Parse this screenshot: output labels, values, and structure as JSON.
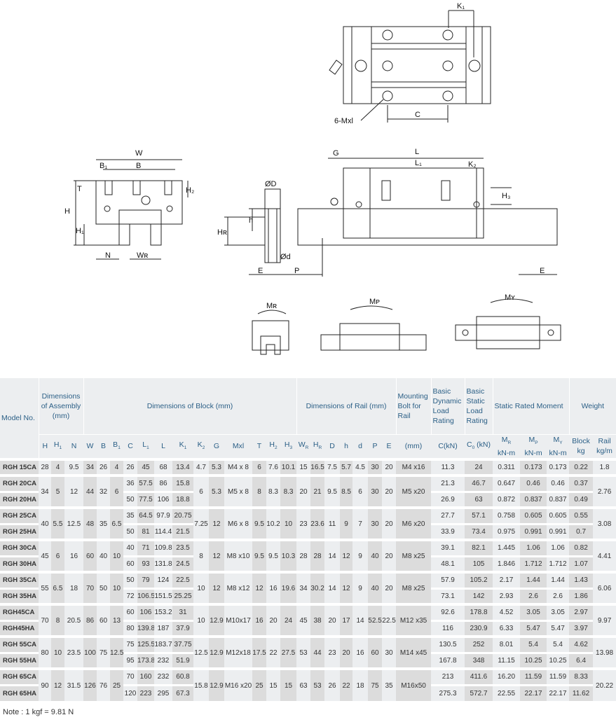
{
  "drawing_labels": {
    "K1": "K₁",
    "mxl": "6-Mxl",
    "C": "C",
    "W": "W",
    "B1": "B₁",
    "B": "B",
    "T": "T",
    "H2": "H₂",
    "H": "H",
    "H1": "H₁",
    "N": "N",
    "WR": "Wʀ",
    "OD": "ØD",
    "h": "h",
    "HR": "Hʀ",
    "Od": "Ød",
    "E": "E",
    "P": "P",
    "G": "G",
    "L": "L",
    "L1": "L₁",
    "K2": "K₂",
    "H3": "H₃",
    "E2": "E",
    "MR": "Mʀ",
    "MP": "Mᴘ",
    "MY": "Mʏ"
  },
  "table": {
    "headers": {
      "model": "Model No.",
      "assembly": "Dimensions of Assembly (mm)",
      "block": "Dimensions of Block (mm)",
      "rail": "Dimensions of Rail (mm)",
      "bolt": "Mounting Bolt for Rail",
      "dynamic": "Basic Dynamic Load Rating",
      "static": "Basic Static Load Rating",
      "moment": "Static Rated Moment",
      "weight": "Weight"
    },
    "columns": [
      {
        "m": "H",
        "s": ""
      },
      {
        "m": "H",
        "s": "1"
      },
      {
        "m": "N",
        "s": ""
      },
      {
        "m": "W",
        "s": ""
      },
      {
        "m": "B",
        "s": ""
      },
      {
        "m": "B",
        "s": "1"
      },
      {
        "m": "C",
        "s": ""
      },
      {
        "m": "L",
        "s": "1"
      },
      {
        "m": "L",
        "s": ""
      },
      {
        "m": "K",
        "s": "1"
      },
      {
        "m": "K",
        "s": "2"
      },
      {
        "m": "G",
        "s": ""
      },
      {
        "m": "Mxl",
        "s": ""
      },
      {
        "m": "T",
        "s": ""
      },
      {
        "m": "H",
        "s": "2"
      },
      {
        "m": "H",
        "s": "3"
      },
      {
        "m": "W",
        "s": "R"
      },
      {
        "m": "H",
        "s": "R"
      },
      {
        "m": "D",
        "s": ""
      },
      {
        "m": "h",
        "s": ""
      },
      {
        "m": "d",
        "s": ""
      },
      {
        "m": "P",
        "s": ""
      },
      {
        "m": "E",
        "s": ""
      },
      {
        "m": "(mm)",
        "s": ""
      },
      {
        "m": "C(kN)",
        "s": ""
      },
      {
        "m": "C",
        "s": "0",
        "t": " (kN)"
      },
      {
        "m": "M",
        "s": "R",
        "u": "kN-m"
      },
      {
        "m": "M",
        "s": "P",
        "u": "kN-m"
      },
      {
        "m": "M",
        "s": "Y",
        "u": "kN-m"
      },
      {
        "m": "Block",
        "s": "",
        "u": "kg"
      },
      {
        "m": "Rail",
        "s": "",
        "u": "kg/m"
      }
    ],
    "series": [
      {
        "shared": {
          "H": "28",
          "H1": "4",
          "N": "9.5",
          "W": "34",
          "B": "26",
          "B1": "4",
          "K2": "4.7",
          "G": "5.3",
          "Mxl": "M4 x 8",
          "T": "6",
          "H2": "7.6",
          "H3": "10.1",
          "WR": "15",
          "HR": "16.5",
          "D": "7.5",
          "h": "5.7",
          "d": "4.5",
          "P": "30",
          "E": "20",
          "bolt": "M4 x16",
          "rail": "1.8"
        },
        "rows": [
          {
            "model": "RGH 15CA",
            "C": "26",
            "L1": "45",
            "L": "68",
            "K1": "13.4",
            "Cd": "11.3",
            "C0": "24",
            "MR": "0.311",
            "MP": "0.173",
            "MY": "0.173",
            "block": "0.22"
          }
        ]
      },
      {
        "shared": {
          "H": "34",
          "H1": "5",
          "N": "12",
          "W": "44",
          "B": "32",
          "B1": "6",
          "K2": "6",
          "G": "5.3",
          "Mxl": "M5 x 8",
          "T": "8",
          "H2": "8.3",
          "H3": "8.3",
          "WR": "20",
          "HR": "21",
          "D": "9.5",
          "h": "8.5",
          "d": "6",
          "P": "30",
          "E": "20",
          "bolt": "M5 x20",
          "rail": "2.76"
        },
        "rows": [
          {
            "model": "RGH 20CA",
            "C": "36",
            "L1": "57.5",
            "L": "86",
            "K1": "15.8",
            "Cd": "21.3",
            "C0": "46.7",
            "MR": "0.647",
            "MP": "0.46",
            "MY": "0.46",
            "block": "0.37"
          },
          {
            "model": "RGH 20HA",
            "C": "50",
            "L1": "77.5",
            "L": "106",
            "K1": "18.8",
            "Cd": "26.9",
            "C0": "63",
            "MR": "0.872",
            "MP": "0.837",
            "MY": "0.837",
            "block": "0.49"
          }
        ]
      },
      {
        "shared": {
          "H": "40",
          "H1": "5.5",
          "N": "12.5",
          "W": "48",
          "B": "35",
          "B1": "6.5",
          "K2": "7.25",
          "G": "12",
          "Mxl": "M6 x 8",
          "T": "9.5",
          "H2": "10.2",
          "H3": "10",
          "WR": "23",
          "HR": "23.6",
          "D": "11",
          "h": "9",
          "d": "7",
          "P": "30",
          "E": "20",
          "bolt": "M6 x20",
          "rail": "3.08"
        },
        "rows": [
          {
            "model": "RGH 25CA",
            "C": "35",
            "L1": "64.5",
            "L": "97.9",
            "K1": "20.75",
            "Cd": "27.7",
            "C0": "57.1",
            "MR": "0.758",
            "MP": "0.605",
            "MY": "0.605",
            "block": "0.55"
          },
          {
            "model": "RGH 25HA",
            "C": "50",
            "L1": "81",
            "L": "114.4",
            "K1": "21.5",
            "Cd": "33.9",
            "C0": "73.4",
            "MR": "0.975",
            "MP": "0.991",
            "MY": "0.991",
            "block": "0.7"
          }
        ]
      },
      {
        "shared": {
          "H": "45",
          "H1": "6",
          "N": "16",
          "W": "60",
          "B": "40",
          "B1": "10",
          "K2": "8",
          "G": "12",
          "Mxl": "M8 x10",
          "T": "9.5",
          "H2": "9.5",
          "H3": "10.3",
          "WR": "28",
          "HR": "28",
          "D": "14",
          "h": "12",
          "d": "9",
          "P": "40",
          "E": "20",
          "bolt": "M8 x25",
          "rail": "4.41"
        },
        "rows": [
          {
            "model": "RGH 30CA",
            "C": "40",
            "L1": "71",
            "L": "109.8",
            "K1": "23.5",
            "Cd": "39.1",
            "C0": "82.1",
            "MR": "1.445",
            "MP": "1.06",
            "MY": "1.06",
            "block": "0.82"
          },
          {
            "model": "RGH 30HA",
            "C": "60",
            "L1": "93",
            "L": "131.8",
            "K1": "24.5",
            "Cd": "48.1",
            "C0": "105",
            "MR": "1.846",
            "MP": "1.712",
            "MY": "1.712",
            "block": "1.07"
          }
        ]
      },
      {
        "shared": {
          "H": "55",
          "H1": "6.5",
          "N": "18",
          "W": "70",
          "B": "50",
          "B1": "10",
          "K2": "10",
          "G": "12",
          "Mxl": "M8 x12",
          "T": "12",
          "H2": "16",
          "H3": "19.6",
          "WR": "34",
          "HR": "30.2",
          "D": "14",
          "h": "12",
          "d": "9",
          "P": "40",
          "E": "20",
          "bolt": "M8 x25",
          "rail": "6.06"
        },
        "rows": [
          {
            "model": "RGH 35CA",
            "C": "50",
            "L1": "79",
            "L": "124",
            "K1": "22.5",
            "Cd": "57.9",
            "C0": "105.2",
            "MR": "2.17",
            "MP": "1.44",
            "MY": "1.44",
            "block": "1.43"
          },
          {
            "model": "RGH 35HA",
            "C": "72",
            "L1": "106.5",
            "L": "151.5",
            "K1": "25.25",
            "Cd": "73.1",
            "C0": "142",
            "MR": "2.93",
            "MP": "2.6",
            "MY": "2.6",
            "block": "1.86"
          }
        ]
      },
      {
        "shared": {
          "H": "70",
          "H1": "8",
          "N": "20.5",
          "W": "86",
          "B": "60",
          "B1": "13",
          "K2": "10",
          "G": "12.9",
          "Mxl": "M10x17",
          "T": "16",
          "H2": "20",
          "H3": "24",
          "WR": "45",
          "HR": "38",
          "D": "20",
          "h": "17",
          "d": "14",
          "P": "52.5",
          "E": "22.5",
          "bolt": "M12 x35",
          "rail": "9.97"
        },
        "rows": [
          {
            "model": "RGH45CA",
            "C": "60",
            "L1": "106",
            "L": "153.2",
            "K1": "31",
            "Cd": "92.6",
            "C0": "178.8",
            "MR": "4.52",
            "MP": "3.05",
            "MY": "3.05",
            "block": "2.97"
          },
          {
            "model": "RGH45HA",
            "C": "80",
            "L1": "139.8",
            "L": "187",
            "K1": "37.9",
            "Cd": "116",
            "C0": "230.9",
            "MR": "6.33",
            "MP": "5.47",
            "MY": "5.47",
            "block": "3.97"
          }
        ]
      },
      {
        "shared": {
          "H": "80",
          "H1": "10",
          "N": "23.5",
          "W": "100",
          "B": "75",
          "B1": "12.5",
          "K2": "12.5",
          "G": "12.9",
          "Mxl": "M12x18",
          "T": "17.5",
          "H2": "22",
          "H3": "27.5",
          "WR": "53",
          "HR": "44",
          "D": "23",
          "h": "20",
          "d": "16",
          "P": "60",
          "E": "30",
          "bolt": "M14 x45",
          "rail": "13.98"
        },
        "rows": [
          {
            "model": "RGH 55CA",
            "C": "75",
            "L1": "125.5",
            "L": "183.7",
            "K1": "37.75",
            "Cd": "130.5",
            "C0": "252",
            "MR": "8.01",
            "MP": "5.4",
            "MY": "5.4",
            "block": "4.62"
          },
          {
            "model": "RGH 55HA",
            "C": "95",
            "L1": "173.8",
            "L": "232",
            "K1": "51.9",
            "Cd": "167.8",
            "C0": "348",
            "MR": "11.15",
            "MP": "10.25",
            "MY": "10.25",
            "block": "6.4"
          }
        ]
      },
      {
        "shared": {
          "H": "90",
          "H1": "12",
          "N": "31.5",
          "W": "126",
          "B": "76",
          "B1": "25",
          "K2": "15.8",
          "G": "12.9",
          "Mxl": "M16 x20",
          "T": "25",
          "H2": "15",
          "H3": "15",
          "WR": "63",
          "HR": "53",
          "D": "26",
          "h": "22",
          "d": "18",
          "P": "75",
          "E": "35",
          "bolt": "M16x50",
          "rail": "20.22"
        },
        "rows": [
          {
            "model": "RGH 65CA",
            "C": "70",
            "L1": "160",
            "L": "232",
            "K1": "60.8",
            "Cd": "213",
            "C0": "411.6",
            "MR": "16.20",
            "MP": "11.59",
            "MY": "11.59",
            "block": "8.33"
          },
          {
            "model": "RGH 65HA",
            "C": "120",
            "L1": "223",
            "L": "295",
            "K1": "67.3",
            "Cd": "275.3",
            "C0": "572.7",
            "MR": "22.55",
            "MP": "22.17",
            "MY": "22.17",
            "block": "11.62"
          }
        ]
      }
    ],
    "note": "Note : 1 kgf = 9.81 N"
  }
}
